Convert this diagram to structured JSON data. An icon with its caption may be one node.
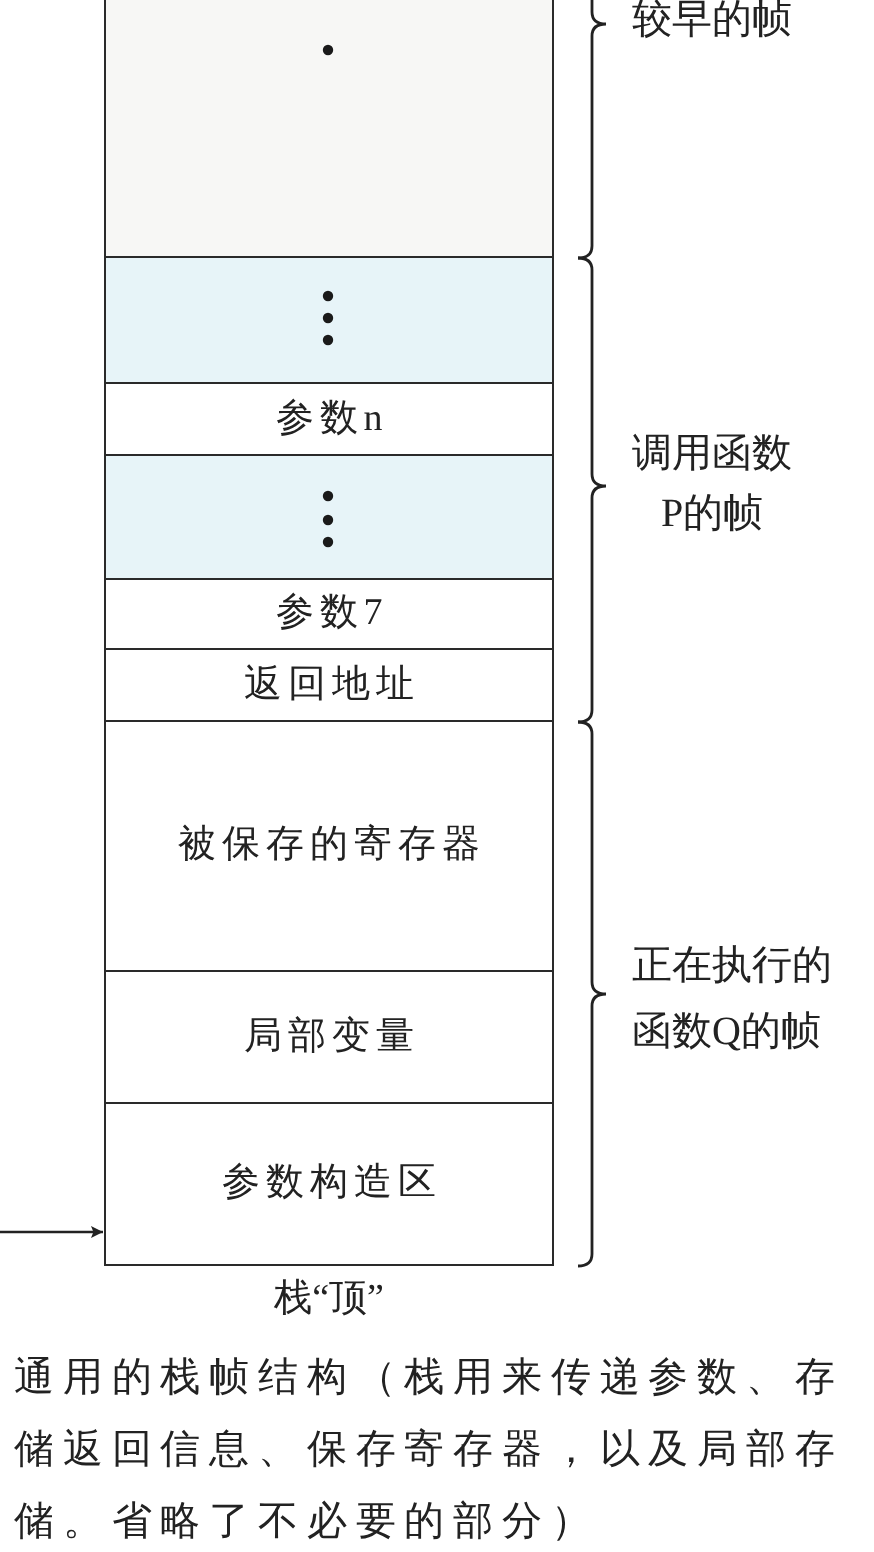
{
  "diagram": {
    "caption": "通用的栈帧结构（栈用来传递参数、存储返回信息、保存寄存器，以及局部存储。省略了不必要的部分）",
    "nodes": [
      {
        "text": [],
        "shape": "box"
      },
      {
        "text": [],
        "shape": "box"
      },
      {
        "text": [
          "参数n"
        ]
      },
      {
        "text": [],
        "shape": "box"
      },
      {
        "text": [
          "参数7"
        ]
      },
      {
        "text": [
          "返回地址"
        ]
      },
      {
        "text": [
          "被保存的寄存器"
        ]
      },
      {
        "text": [
          "局部变量"
        ]
      },
      {
        "text": [
          "参数构造区"
        ],
        "beside": [
          "栈“顶”"
        ]
      }
    ],
    "edges": [
      {
        "from": null,
        "to": 8,
        "arrow": "to"
      }
    ],
    "labels": [
      "较早的帧",
      "调用函数P的帧",
      "正在执行的函数Q的帧"
    ]
  }
}
